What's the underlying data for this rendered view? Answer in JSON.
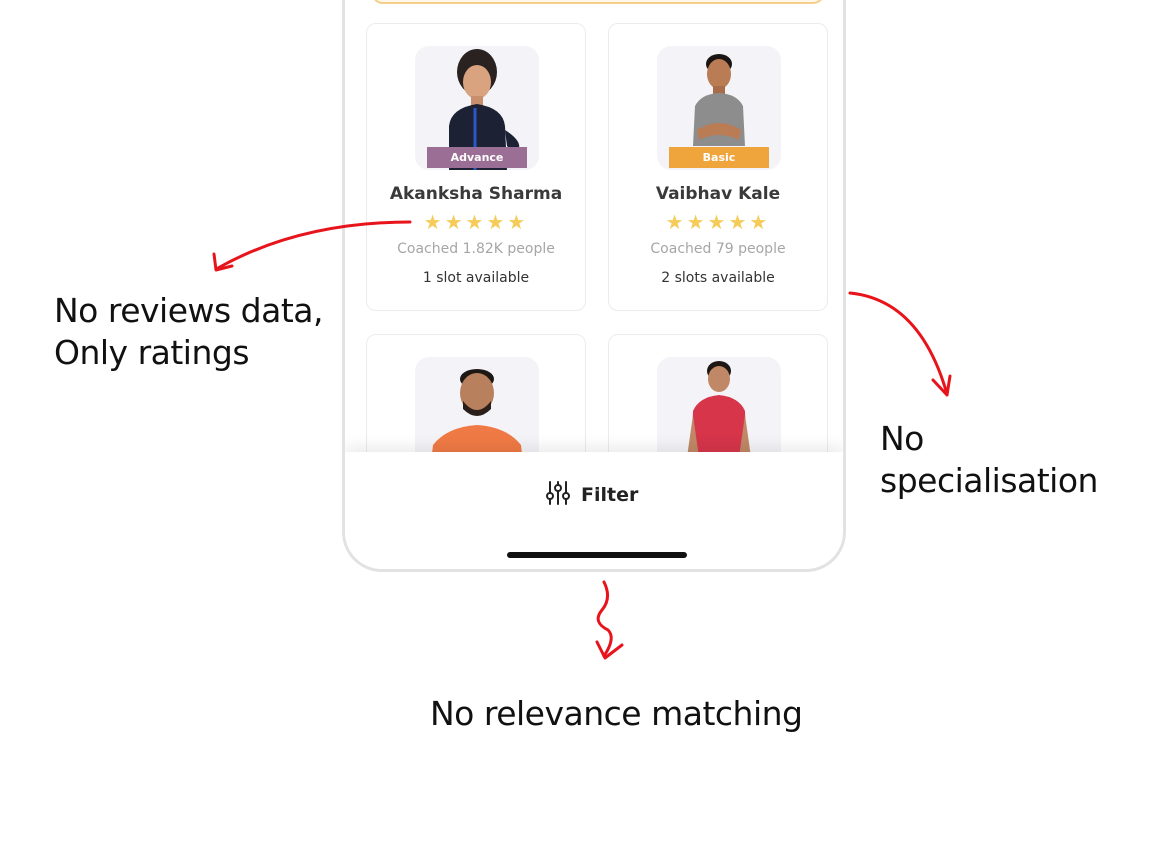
{
  "coaches": [
    {
      "name": "Akanksha Sharma",
      "level": "Advance",
      "stars": "★★★★★",
      "coached": "Coached 1.82K people",
      "slots": "1 slot available"
    },
    {
      "name": "Vaibhav Kale",
      "level": "Basic",
      "stars": "★★★★★",
      "coached": "Coached 79 people",
      "slots": "2 slots available"
    }
  ],
  "filter": {
    "label": "Filter",
    "icon": "sliders-icon"
  },
  "annotations": {
    "reviews_line1": "No reviews data,",
    "reviews_line2": "Only ratings",
    "specialisation_line1": "No",
    "specialisation_line2": "specialisation",
    "relevance": "No relevance matching"
  },
  "colors": {
    "advance": "#9b6f95",
    "basic": "#f0a43c",
    "star": "#f5cc59",
    "annotation_arrow": "#e8141c"
  }
}
